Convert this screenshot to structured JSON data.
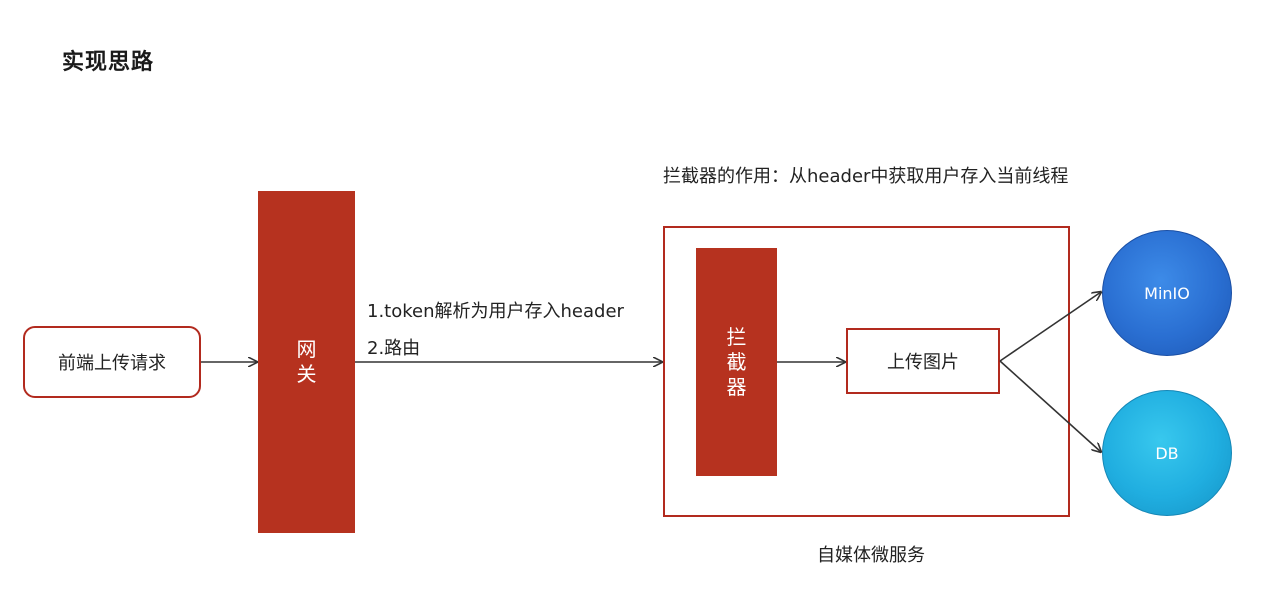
{
  "title": "实现思路",
  "nodes": {
    "frontend": "前端上传请求",
    "gateway": "网关",
    "interceptor": "拦截器",
    "upload": "上传图片",
    "minio": "MinIO",
    "db": "DB"
  },
  "labels": {
    "step1": "1.token解析为用户存入header",
    "step2": "2.路由",
    "interceptor_note": "拦截器的作用：从header中获取用户存入当前线程",
    "service": "自媒体微服务"
  },
  "colors": {
    "accent_red": "#b6321f",
    "frame_red": "#b22a1e",
    "minio_blue": "#2a6fd2",
    "db_cyan": "#20aee0"
  }
}
